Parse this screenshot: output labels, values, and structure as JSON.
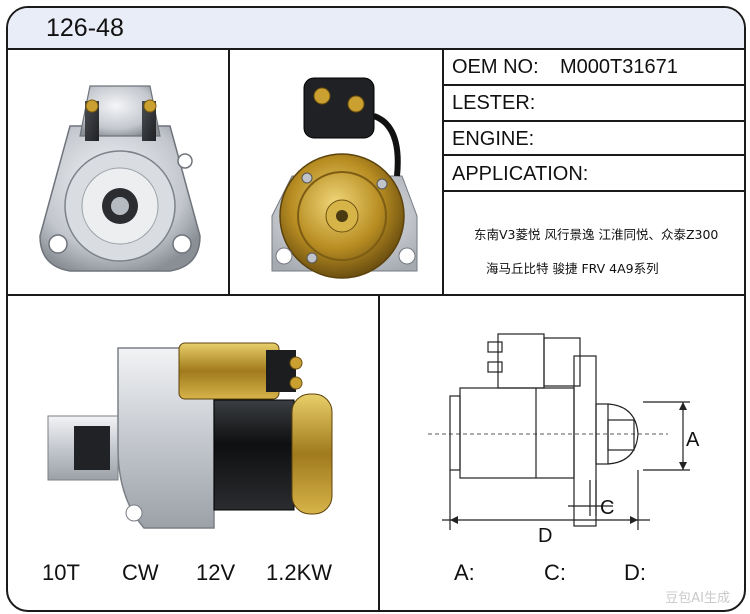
{
  "header": {
    "title": "126-48"
  },
  "specs": {
    "oem_label": "OEM NO:",
    "oem_value": "M000T31671",
    "lester_label": "LESTER:",
    "engine_label": "ENGINE:",
    "application_label": "APPLICATION:"
  },
  "application": {
    "line1": "东南V3菱悦 风行景逸 江淮同悦、众泰Z300",
    "line2": "海马丘比特   骏捷 FRV   4A9系列"
  },
  "ratings": {
    "teeth": "10T",
    "rotation": "CW",
    "voltage": "12V",
    "power": "1.2KW"
  },
  "dimensions": {
    "a_label": "A:",
    "c_label": "C:",
    "d_label": "D:",
    "diagram_a": "A",
    "diagram_c": "C",
    "diagram_d": "D"
  },
  "watermark": "豆包AI生成",
  "colors": {
    "header_bg": "#e9edf8",
    "border": "#1a1a1a",
    "gold": "#b8952a",
    "silver": "#c8ccd2"
  },
  "icons": [
    "starter-front-photo",
    "starter-rear-photo",
    "starter-side-photo",
    "starter-drawing"
  ]
}
